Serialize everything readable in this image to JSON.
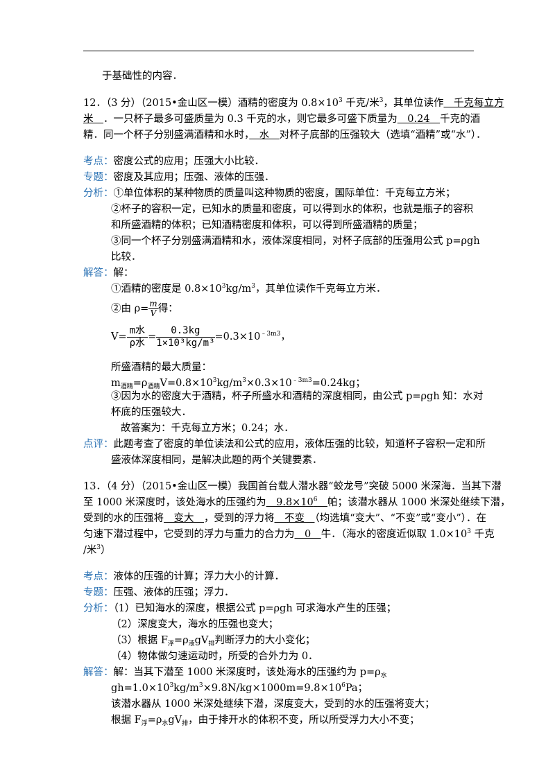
{
  "intro_tail": "于基础性的内容．",
  "q12": {
    "line1_a": "12．（3 分）（2015•金山区一模）酒精的密度为 0.8×10",
    "line1_sup": "3",
    "line1_b": " 千克/米",
    "line1_sup2": "3",
    "line1_c": "，其单位读作",
    "ans1_a": "　千克每立方",
    "ans1_b": "米　",
    "line2": "．一只杯子最多可盛质量为 0.3 千克的水，则它最多可盛下质量为",
    "ans2": "　0.24　",
    "line2_end": "千克的酒",
    "line3_a": "精．同一个杯子分别盛满酒精和水时，",
    "ans3": "　水　",
    "line3_b": "对杯子底部的压强较大（选填“酒精”或“水”）．",
    "kaodian_label": "考点：",
    "kaodian": "密度公式的应用；压强大小比较．",
    "zhuanti_label": "专题：",
    "zhuanti": "密度及其应用；压强、液体的压强．",
    "fenxi_label": "分析：",
    "fenxi": [
      "①单位体积的某种物质的质量叫这种物质的密度，国际单位：千克每立方米；",
      "②杯子的容积一定，已知水的质量和密度，可以得到水的体积，也就是瓶子的容积",
      "和所盛酒精的体积；已知酒精密度和体积，可以得到所盛酒精的质量；",
      "③同一个杯子分别盛满酒精和水，液体深度相同，对杯子底部的压强用公式 p=ρgh",
      "比较．"
    ],
    "jieda_label": "解答：",
    "jieda_intro": "解：",
    "step1_a": "①酒精的密度是 0.8×10",
    "step1_sup": "3",
    "step1_b": "kg/m",
    "step1_sup2": "3",
    "step1_c": "，其单位读作千克每立方米．",
    "step2_a": "②由 ρ=",
    "step2_num": "m",
    "step2_den": "V",
    "step2_b": "得：",
    "vol_lhs": "V=",
    "vol_num1": "m水",
    "vol_den1": "ρ水",
    "vol_eq": "=",
    "vol_num2": "0.3kg",
    "vol_den2": "1×10³kg/m³",
    "vol_result": "=0.3×10",
    "vol_sup": "﹣3",
    "vol_unit": "m3",
    "vol_end": "，",
    "maxmass": "所盛酒精的最大质量：",
    "mass_a": "m",
    "mass_sub1": "酒精",
    "mass_b": "=ρ",
    "mass_sub2": "酒精",
    "mass_c": "V=0.8×10",
    "mass_sup1": "3",
    "mass_d": "kg/m",
    "mass_sup2": "3",
    "mass_e": "×0.3×10",
    "mass_sup3": "﹣3m3",
    "mass_f": "=0.24kg；",
    "step3_a": "③因为水的密度大于酒精，杯子所盛水和酒精的深度相同，由公式 p=ρgh 知：水对",
    "step3_b": "杯底的压强较大．",
    "answer": "故答案为：千克每立方米；0.24；水．",
    "dianping_label": "点评：",
    "dianping1": "此题考查了密度的单位读法和公式的应用，液体压强的比较，知道杯子容积一定和所",
    "dianping2": "盛液体深度相同，是解决此题的两个关键要素．"
  },
  "q13": {
    "line1": "13．（4 分）（2015•金山区一模）我国首台载人潜水器“蛟龙号”突破 5000 米深海．当其下潜",
    "line2_a": "至 1000 米深度时，该处海水的压强约为",
    "ans1_a": "　9.8×10",
    "ans1_sup": "6",
    "ans1_b": "　",
    "line2_b": "帕；该潜水器从 1000 米深处继续下潜，",
    "line3_a": "受到的水的压强将",
    "ans2": "　变大　",
    "line3_b": "，受到的浮力将",
    "ans3": "　不变　",
    "line3_c": "（均选填“变大”、“不变”或“变小”）．在",
    "line4_a": "匀速下潜过程中，它受到的浮力与重力的合力为",
    "ans4": "　0　",
    "line4_b": "牛．（海水的密度近似取 1.0×10",
    "line4_sup": "3",
    "line4_c": " 千克",
    "line5": "/米",
    "line5_sup": "3",
    "line5_end": "）",
    "kaodian_label": "考点：",
    "kaodian": "液体的压强的计算；浮力大小的计算．",
    "zhuanti_label": "专题：",
    "zhuanti": "压强、液体的压强；浮力．",
    "fenxi_label": "分析：",
    "fenxi1": "（1）已知海水的深度，根据公式 p=ρgh 可求海水产生的压强；",
    "fenxi2": "（2）深度变大，海水的压强也变大；",
    "fenxi3_a": "（3）根据 F",
    "fenxi3_sub1": "浮",
    "fenxi3_b": "=ρ",
    "fenxi3_sub2": "液",
    "fenxi3_c": "gV",
    "fenxi3_sub3": "排",
    "fenxi3_d": "判断浮力的大小变化；",
    "fenxi4": "（4）物体做匀速运动时，所受的合外力为 0．",
    "jieda_label": "解答：",
    "jieda1_a": "解：当其下潜至 1000 米深度时，该处海水的压强约为 p=ρ",
    "jieda1_sub": "水",
    "jieda2_a": "gh=1.0×10",
    "jieda2_sup1": "3",
    "jieda2_b": "kg/m",
    "jieda2_sup2": "3",
    "jieda2_c": "×9.8N/kg×1000m=9.8×10",
    "jieda2_sup3": "6",
    "jieda2_d": "Pa；",
    "jieda3": "该潜水器从 1000 米深处继续下潜，深度变大，受到的水的压强将变大；",
    "jieda4_a": "根据 F",
    "jieda4_sub1": "浮",
    "jieda4_b": "=ρ",
    "jieda4_sub2": "水",
    "jieda4_c": "gV",
    "jieda4_sub3": "排",
    "jieda4_d": "，由于排开水的体积不变，所以所受浮力大小不变；"
  }
}
